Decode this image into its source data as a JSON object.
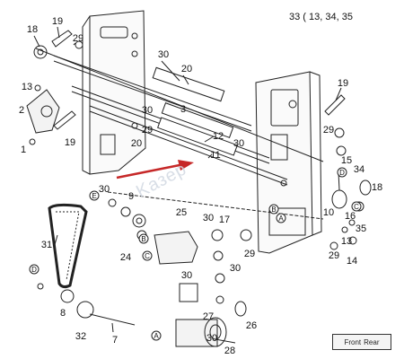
{
  "diagram": {
    "reference_label": "33 ( 13, 34, 35",
    "watermark_text": "Kазер",
    "badge": {
      "left": "Front",
      "right": "Rear"
    },
    "accent_color": "#c62828",
    "part_numbers": [
      "1",
      "2",
      "3",
      "7",
      "8",
      "9",
      "10",
      "11",
      "12",
      "13",
      "14",
      "15",
      "16",
      "17",
      "18",
      "19",
      "20",
      "24",
      "25",
      "26",
      "27",
      "28",
      "29",
      "30",
      "31",
      "32",
      "34",
      "35"
    ],
    "circle_refs": [
      "A",
      "B",
      "C",
      "D",
      "E"
    ],
    "labels": {
      "p18a": "18",
      "p19a": "19",
      "p29a": "29",
      "p13a": "13",
      "p2": "2",
      "p19b": "19",
      "p1": "1",
      "p30a": "30",
      "p20a": "20",
      "p3": "3",
      "p30b": "30",
      "p29b": "29",
      "p20b": "20",
      "p12": "12",
      "p30c": "30",
      "p11": "11",
      "p19c": "19",
      "p29c": "29",
      "p15": "15",
      "p34": "34",
      "p18b": "18",
      "p10": "10",
      "p16": "16",
      "p35": "35",
      "p13b": "13",
      "p29d": "29",
      "p14": "14",
      "p30d": "30",
      "p9": "9",
      "p31": "31",
      "p24": "24",
      "p25": "25",
      "p30e": "30",
      "p17": "17",
      "p29e": "29",
      "p30f": "30",
      "p30g": "30",
      "p8": "8",
      "p32": "32",
      "p7": "7",
      "p27": "27",
      "p26": "26",
      "p28": "28",
      "p30h": "30",
      "cA1": "A",
      "cB1": "B",
      "cC1": "C",
      "cD1": "D",
      "cE1": "E",
      "cD2": "D",
      "cB2": "B",
      "cA2": "A",
      "cC2": "C"
    }
  }
}
